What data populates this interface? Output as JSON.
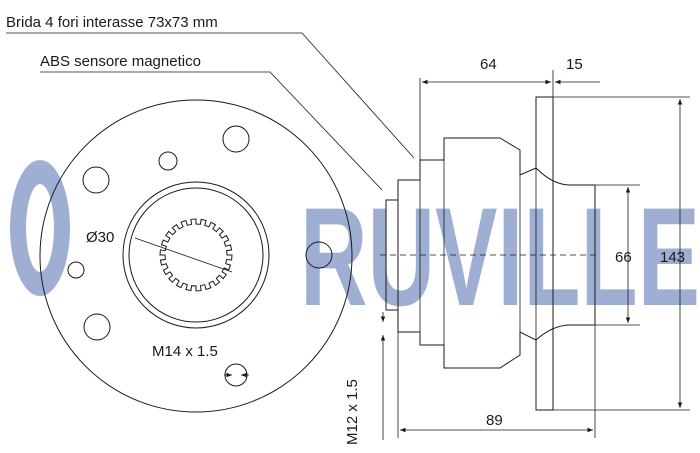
{
  "labels": {
    "flange": "Brida 4 fori interasse 73x73 mm",
    "abs": "ABS sensore magnetico",
    "diameter": "Ø30",
    "thread_front": "M14 x 1.5",
    "thread_side": "M12 x 1.5"
  },
  "dimensions": {
    "d64": "64",
    "d15": "15",
    "d66": "66",
    "d143": "143",
    "d89": "89"
  },
  "watermark": {
    "text": "RUVILLE",
    "color": "#2b4fa0"
  }
}
